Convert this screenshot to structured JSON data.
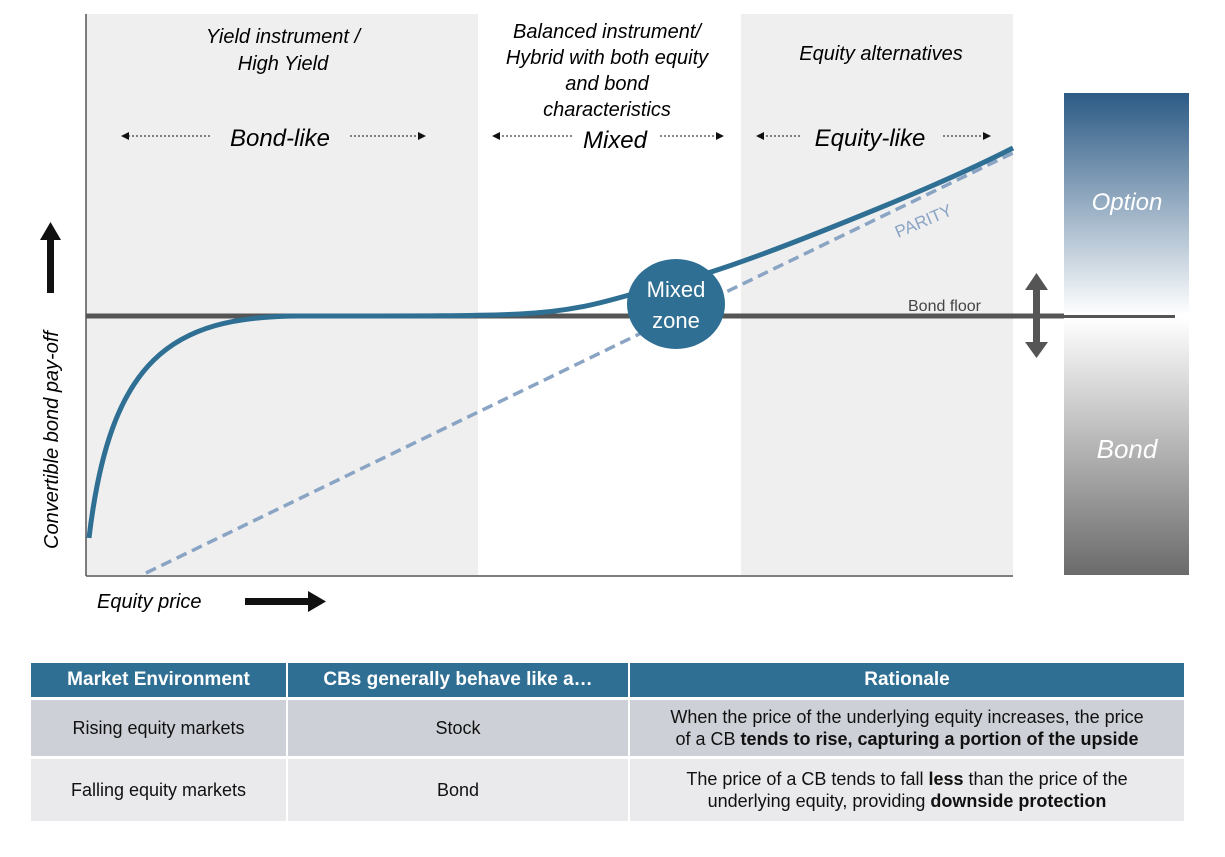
{
  "zones": {
    "left_title_1": "Yield instrument /",
    "left_title_2": "High Yield",
    "left_behavior": "Bond-like",
    "mid_title_1": "Balanced instrument/",
    "mid_title_2": "Hybrid with both equity",
    "mid_title_3": "and bond",
    "mid_title_4": "characteristics",
    "mid_behavior": "Mixed",
    "right_title": "Equity alternatives",
    "right_behavior": "Equity-like"
  },
  "labels": {
    "y_axis": "Convertible bond pay-off",
    "x_axis": "Equity price",
    "parity": "PARITY",
    "bond_floor": "Bond floor",
    "mixed_zone_1": "Mixed",
    "mixed_zone_2": "zone"
  },
  "side_bar": {
    "option": "Option",
    "bond": "Bond"
  },
  "colors": {
    "accent": "#2f6f93",
    "parity": "#8aa4c4",
    "floor": "#555555",
    "zone_shade": "#efeff0"
  },
  "table": {
    "headers": [
      "Market Environment",
      "CBs generally behave like a…",
      "Rationale"
    ],
    "rows": [
      {
        "environment": "Rising equity markets",
        "behaves_like": "Stock",
        "rationale_line1": "When the price of the underlying equity increases, the price",
        "rationale_line2_plain": "of a CB ",
        "rationale_line2_bold": "tends to rise, capturing a portion of the upside"
      },
      {
        "environment": "Falling equity markets",
        "behaves_like": "Bond",
        "rationale_line1_plain": "The price of a CB tends to fall ",
        "rationale_line1_bold": "less",
        "rationale_line1_tail": " than the price of the",
        "rationale_line2_plain": "underlying equity, providing ",
        "rationale_line2_bold": "downside protection"
      }
    ]
  }
}
